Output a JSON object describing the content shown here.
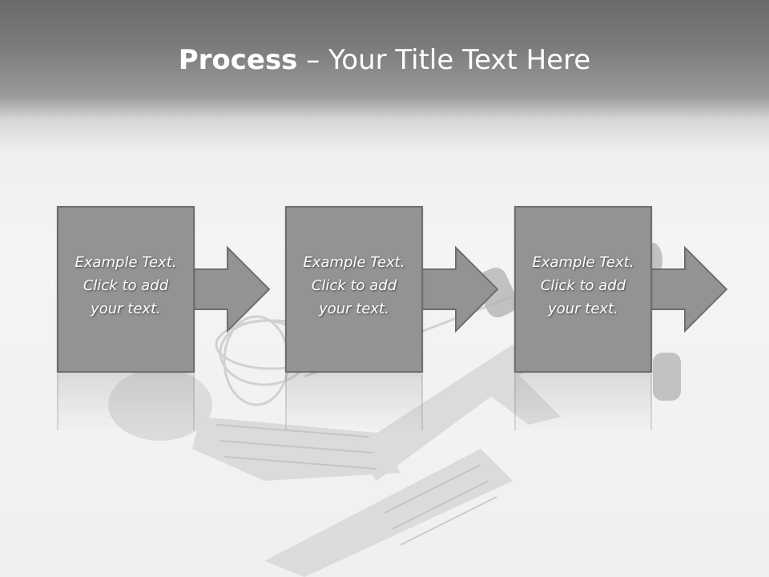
{
  "slide": {
    "title_bold": "Process",
    "title_rest": " – Your Title Text Here"
  },
  "process_steps": [
    {
      "text": "Example Text.\nClick  to add\nyour text."
    },
    {
      "text": "Example Text.\nClick  to add\nyour text."
    },
    {
      "text": "Example Text.\nClick  to add\nyour text."
    }
  ],
  "colors": {
    "box_fill": "#939393",
    "box_border": "#6e6e6e",
    "text": "#ffffff"
  },
  "decor": {
    "background_image": "kitchen-utensils-image"
  }
}
